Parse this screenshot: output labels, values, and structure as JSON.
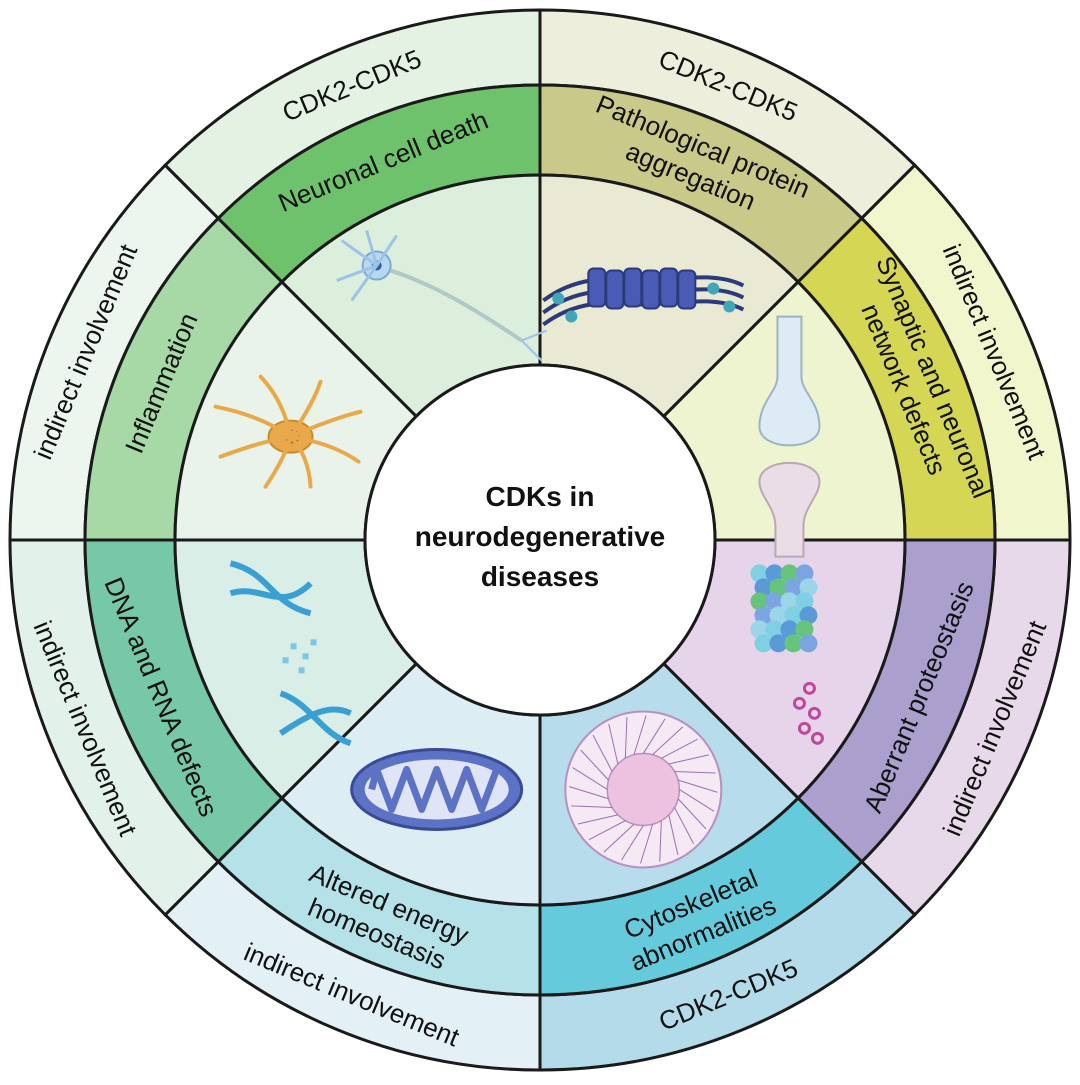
{
  "center": {
    "lines": [
      "CDKs in",
      "neurodegenerative",
      "diseases"
    ]
  },
  "sectors": [
    {
      "label_lines": [
        "Pathological protein",
        "aggregation"
      ],
      "outer_label": "CDK2-CDK5",
      "band_color": "#c9c98a",
      "outer_color": "#eeeedd",
      "inner_color": "#eaead4",
      "icon": "tau-filament-icon"
    },
    {
      "label_lines": [
        "Synaptic and neuronal",
        "network defects"
      ],
      "outer_label": "indirect involvement",
      "band_color": "#d6d655",
      "outer_color": "#f2f6cc",
      "inner_color": "#eef4cf",
      "icon": "synapse-icon"
    },
    {
      "label_lines": [
        "Aberrant proteostasis"
      ],
      "outer_label": "indirect involvement",
      "band_color": "#ab9fcd",
      "outer_color": "#e8d9ea",
      "inner_color": "#e6d5ea",
      "icon": "proteasome-icon"
    },
    {
      "label_lines": [
        "Cytoskeletal",
        "abnormalities"
      ],
      "outer_label": "CDK2-CDK5",
      "band_color": "#66cadd",
      "outer_color": "#b3dbe9",
      "inner_color": "#b7dceb",
      "icon": "cytoskeleton-cell-icon"
    },
    {
      "label_lines": [
        "Altered energy",
        "homeostasis"
      ],
      "outer_label": "indirect involvement",
      "band_color": "#b5e2e9",
      "outer_color": "#e3f1f6",
      "inner_color": "#dcedf3",
      "icon": "mitochondrion-icon"
    },
    {
      "label_lines": [
        "DNA and RNA defects"
      ],
      "outer_label": "indirect involvement",
      "band_color": "#77c8a6",
      "outer_color": "#e2f2eb",
      "inner_color": "#d9eee6",
      "icon": "dna-helix-icon"
    },
    {
      "label_lines": [
        "Inflammation"
      ],
      "outer_label": "indirect involvement",
      "band_color": "#a6d9a6",
      "outer_color": "#ecf5ee",
      "inner_color": "#eaf3ea",
      "icon": "microglia-icon"
    },
    {
      "label_lines": [
        "Neuronal cell death"
      ],
      "outer_label": "CDK2-CDK5",
      "band_color": "#6fc26c",
      "outer_color": "#e3f2e3",
      "inner_color": "#dcefdc",
      "icon": "neuron-icon"
    }
  ]
}
